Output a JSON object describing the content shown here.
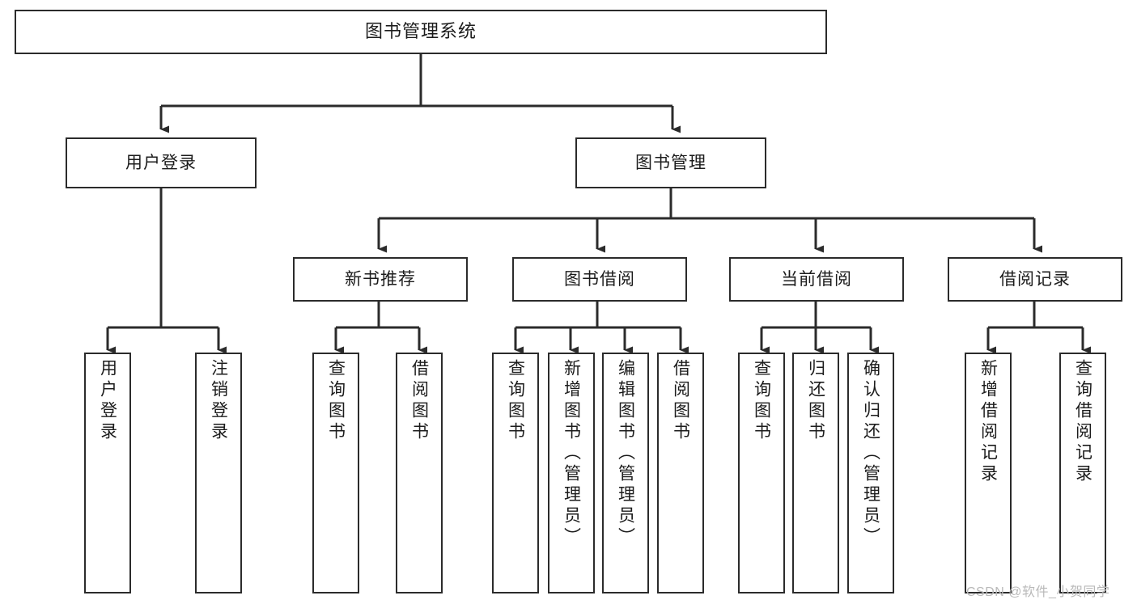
{
  "diagram": {
    "title": "图书管理系统",
    "type": "tree-hierarchy",
    "levels": 4,
    "root": {
      "label": "图书管理系统"
    },
    "level2": [
      {
        "label": "用户登录"
      },
      {
        "label": "图书管理"
      }
    ],
    "level3": [
      {
        "label": "新书推荐"
      },
      {
        "label": "图书借阅"
      },
      {
        "label": "当前借阅"
      },
      {
        "label": "借阅记录"
      }
    ],
    "leaves": {
      "user_login": [
        {
          "label": "用户登录"
        },
        {
          "label": "注销登录"
        }
      ],
      "new_book_recommend": [
        {
          "label": "查询图书"
        },
        {
          "label": "借阅图书"
        }
      ],
      "book_borrow": [
        {
          "label": "查询图书"
        },
        {
          "label": "新增图书（管理员）"
        },
        {
          "label": "编辑图书（管理员）"
        },
        {
          "label": "借阅图书"
        }
      ],
      "current_borrow": [
        {
          "label": "查询图书"
        },
        {
          "label": "归还图书"
        },
        {
          "label": "确认归还（管理员）"
        }
      ],
      "borrow_record": [
        {
          "label": "新增借阅记录"
        },
        {
          "label": "查询借阅记录"
        }
      ]
    }
  },
  "watermark": {
    "text": "CSDN @软件_小贺同学"
  },
  "colors": {
    "stroke": "#2b2b2b",
    "fill": "#ffffff",
    "text": "#1c1c1c",
    "watermark": "#b9b9b9"
  }
}
